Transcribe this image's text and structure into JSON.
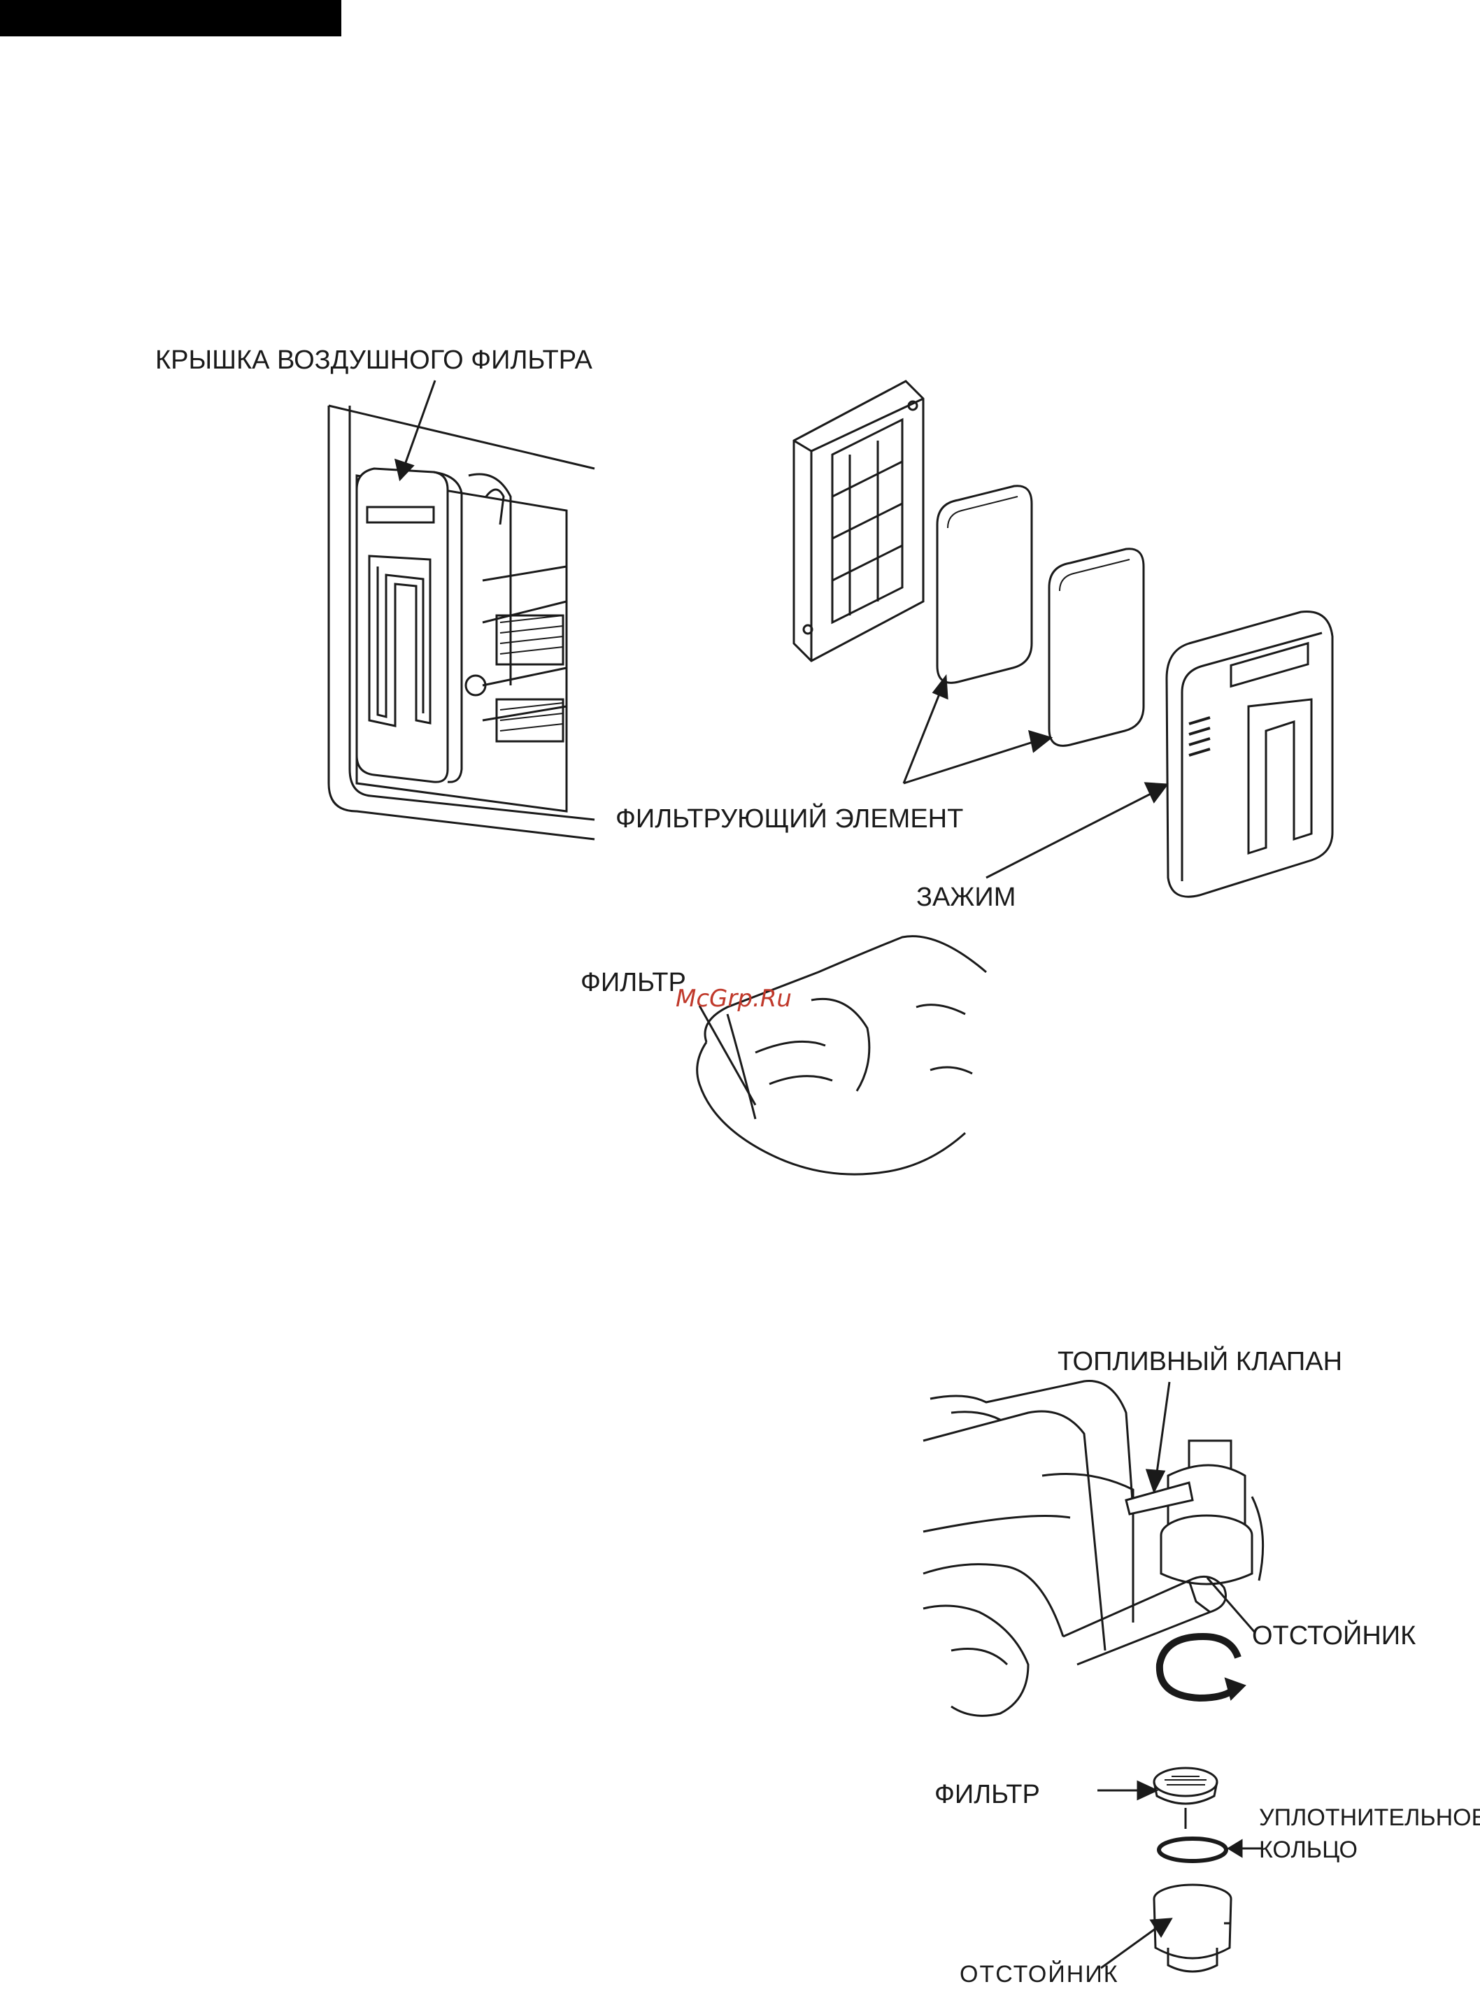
{
  "colors": {
    "line": "#1a1a1a",
    "watermark": "#c0392b",
    "bar": "#000000"
  },
  "labels": {
    "air_filter_cover": "КРЫШКА ВОЗДУШНОГО ФИЛЬТРА",
    "filter_element": "ФИЛЬТРУЮЩИЙ ЭЛЕМЕНТ",
    "clip": "ЗАЖИМ",
    "filter_top": "ФИЛЬТР",
    "fuel_valve": "ТОПЛИВНЫЙ КЛАПАН",
    "sediment_cup_top": "ОТСТОЙНИК",
    "filter_bottom": "ФИЛЬТР",
    "seal_ring_line1": "УПЛОТНИТЕЛЬНОЕ",
    "seal_ring_line2": "КОЛЬЦО",
    "sediment_cup_bottom": "ОТСТОЙНИК"
  },
  "watermark": "McGrp.Ru"
}
